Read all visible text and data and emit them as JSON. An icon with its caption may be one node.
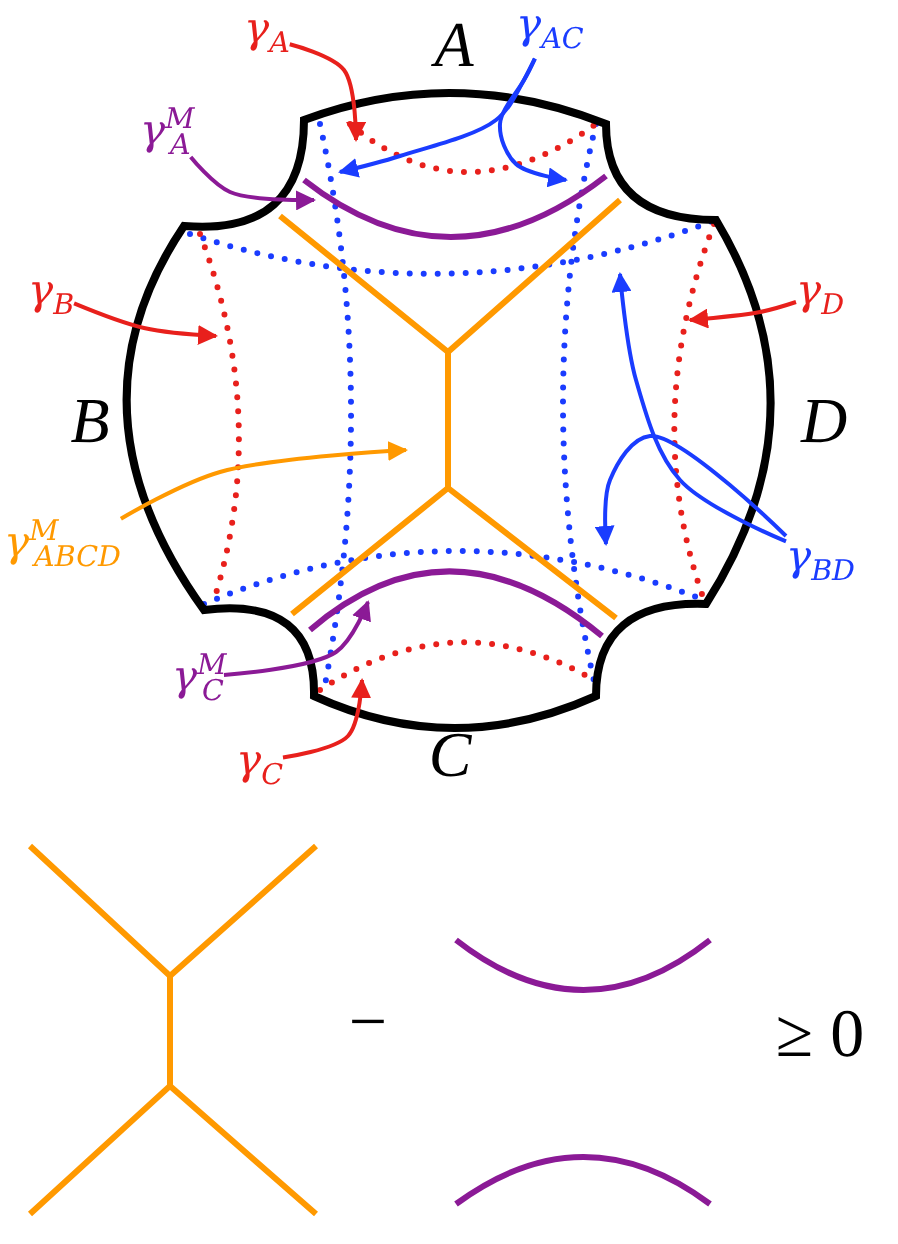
{
  "diagram": {
    "nodes": [
      {
        "text": [
          "γ$_{A}$"
        ]
      },
      {
        "text": [
          "γ$_{AC}$"
        ]
      },
      {
        "text": [
          "γ$^{M}$$_{A}$"
        ]
      },
      {
        "text": [
          "γ$_{B}$"
        ]
      },
      {
        "text": [
          "γ$_{D}$"
        ]
      },
      {
        "text": [
          "γ$^{M}$$_{ABCD}$"
        ]
      },
      {
        "text": [
          "γ$_{BD}$"
        ]
      },
      {
        "text": [
          "γ$^{M}$$_{C}$"
        ]
      },
      {
        "text": [
          "γ$_{C}$"
        ]
      }
    ],
    "edges": [
      {
        "from": 0,
        "to": null,
        "arrow": "to",
        "color": "#e8201c"
      },
      {
        "from": 1,
        "to": null,
        "arrow": "to",
        "color": "#1a3cff"
      },
      {
        "from": 1,
        "to": null,
        "arrow": "to",
        "color": "#1a3cff"
      },
      {
        "from": 2,
        "to": null,
        "arrow": "to",
        "color": "#8b1a96"
      },
      {
        "from": 3,
        "to": null,
        "arrow": "to",
        "color": "#e8201c"
      },
      {
        "from": 4,
        "to": null,
        "arrow": "to",
        "color": "#e8201c"
      },
      {
        "from": 5,
        "to": null,
        "arrow": "to",
        "color": "#ff9900"
      },
      {
        "from": 6,
        "to": null,
        "arrow": "to",
        "color": "#1a3cff"
      },
      {
        "from": 6,
        "to": null,
        "arrow": "to",
        "color": "#1a3cff"
      },
      {
        "from": 7,
        "to": null,
        "arrow": "to",
        "color": "#8b1a96"
      },
      {
        "from": 8,
        "to": null,
        "arrow": "to",
        "color": "#e8201c"
      }
    ],
    "labels": [
      "A",
      "B",
      "D",
      "C",
      "−",
      "≥ 0"
    ]
  }
}
